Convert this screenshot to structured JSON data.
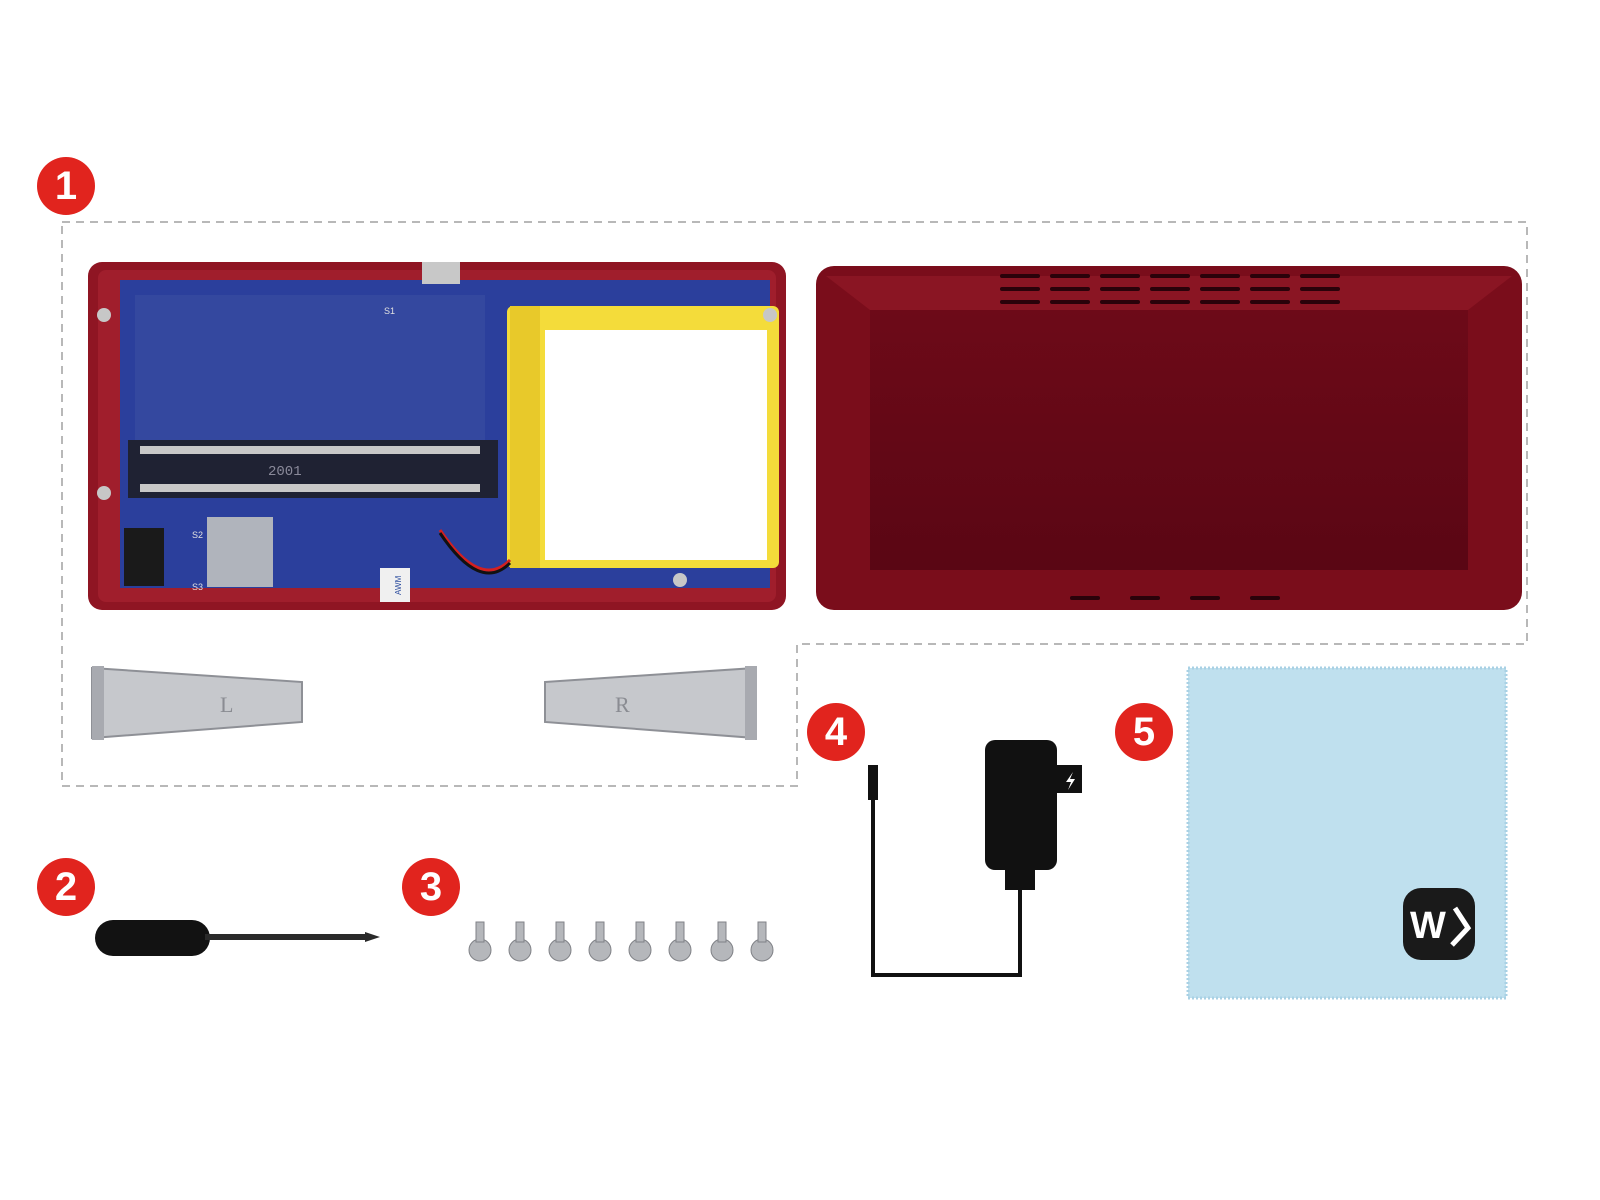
{
  "badges": [
    {
      "id": "1",
      "label": "1"
    },
    {
      "id": "2",
      "label": "2"
    },
    {
      "id": "3",
      "label": "3"
    },
    {
      "id": "4",
      "label": "4"
    },
    {
      "id": "5",
      "label": "5"
    }
  ],
  "board": {
    "chip_label": "2001",
    "usb_label": "S1",
    "switch_labels": [
      "S2",
      "S3"
    ],
    "cable_label": "AWM"
  },
  "clips": {
    "left_label": "L",
    "right_label": "R"
  },
  "screws": {
    "count": 8
  },
  "cloth": {
    "logo_text": "W"
  },
  "colors": {
    "badge": "#e1241e",
    "case": "#7a0d1b",
    "pcb": "#2a3f9e",
    "battery": "#f4dc3a",
    "cloth": "#bfe0ee"
  }
}
